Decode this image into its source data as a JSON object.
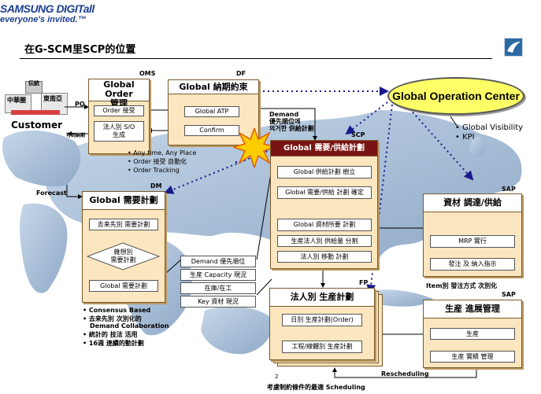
{
  "logo": {
    "brand": "SAMSUNG DIGITall",
    "tagline": "everyone's invited.™"
  },
  "slide": {
    "title": "在G-SCM里SCP的位置",
    "page_number": "2"
  },
  "customer": {
    "label": "Customer",
    "countries": [
      "中華圏",
      "東南亞"
    ],
    "factory": "伝統"
  },
  "oms": {
    "tag": "OMS",
    "title_line1": "Global Order",
    "title_line2": "管理",
    "order_receive": "Order 接受",
    "corp_so": "法人別 S/O",
    "corp_so_sub": "生成"
  },
  "df": {
    "tag": "DF",
    "title": "Global 納期約束",
    "atp": "Global ATP",
    "confirm": "Confirm"
  },
  "goc": {
    "title": "Global Operation Center",
    "visibility": "Global Visibility",
    "kpi": "KPI"
  },
  "scp": {
    "tag": "SCP",
    "title": "Global 需要/供給計劃",
    "steps": [
      "Global 供給計劃 樹立",
      "Global 需要/供給 計劃 確定",
      "Global 資材所要 計劃",
      "生産法人別 供給量 分割",
      "法人別 移動 計劃"
    ]
  },
  "dm": {
    "tag": "DM",
    "title": "Global 需要計劃",
    "step1": "去来先別 需要計劃",
    "step2_line1": "雜想別",
    "step2_line2": "需要計劃",
    "step3": "Global 需要計劃"
  },
  "sap1": {
    "tag": "SAP",
    "title": "資材 調達/供給",
    "mrp": "MRP 實行",
    "order": "發注 及 納入指示",
    "note": "Item別 發注方式 次別化"
  },
  "sap2": {
    "tag": "SAP",
    "title": "生産 進展管理",
    "prod": "生産",
    "perf": "生産 實績 管理"
  },
  "fp": {
    "tag": "FP",
    "title": "法人別 生産計劃",
    "daily": "日別 生産計劃(Order)",
    "process": "工程/線體別 生産計劃"
  },
  "arrows": {
    "po": "PO",
    "reply": "可到納期",
    "forecast": "Forecast",
    "demand_line1": "Demand",
    "demand_line2": "優先順位에",
    "demand_line3": "의거한 供給計劃",
    "rescheduling": "Rescheduling",
    "bottom": "考慮制約條件的最適 Scheduling"
  },
  "middle_bullets": [
    "Any time, Any Place",
    "Order 接受 自動化",
    "Order Tracking"
  ],
  "dm_bullets": [
    "Consensus Based",
    "去来先別 次別化的",
    "Demand Collaboration",
    "統計的 技法 活用",
    "16週 連續的動計劃"
  ],
  "center_list": [
    "Demand 優先順位",
    "生産 Capacity 現況",
    "在庫/在工",
    "Key 資材 現況"
  ],
  "colors": {
    "panel": "#fbe6bf",
    "scp_header": "#7a1414",
    "goc": "#ffff66",
    "map": "#a7bfd8",
    "brand": "#1c3f8f",
    "dotted": "#1a1a8c"
  }
}
